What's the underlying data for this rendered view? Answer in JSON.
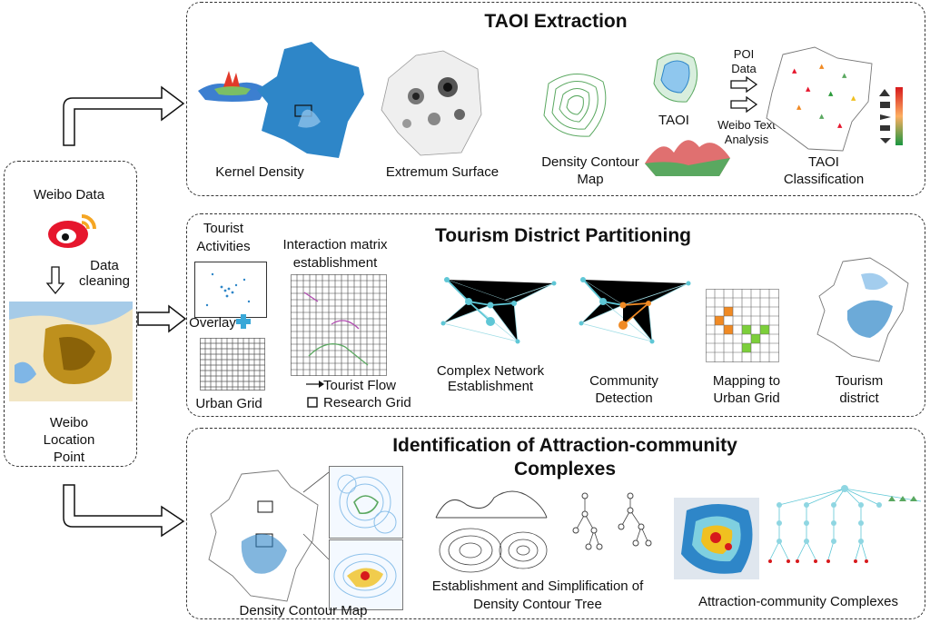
{
  "left_panel": {
    "weibo_data": "Weibo Data",
    "data_cleaning": "Data cleaning",
    "location_point": "Weibo Location Point"
  },
  "taoi": {
    "title": "TAOI Extraction",
    "kernel_density": "Kernel Density",
    "extremum_surface": "Extremum Surface",
    "density_contour_map": "Density Contour Map",
    "taoi_label": "TAOI",
    "poi_data": "POI Data",
    "weibo_text": "Weibo Text Analysis",
    "classification": "TAOI Classification"
  },
  "tourism": {
    "title": "Tourism District Partitioning",
    "tourist_activities": "Tourist Activities",
    "overlay": "Overlay",
    "urban_grid": "Urban Grid",
    "interaction_matrix": "Interaction matrix establishment",
    "tourist_flow": "Tourist Flow",
    "research_grid": "Research Grid",
    "complex_network": "Complex Network Establishment",
    "community_detection": "Community Detection",
    "mapping": "Mapping to Urban Grid",
    "district": "Tourism district"
  },
  "attraction": {
    "title": "Identification of Attraction-community Complexes",
    "density_contour_map": "Density Contour Map",
    "contour_tree": "Establishment and Simplification of Density Contour Tree",
    "complexes": "Attraction-community Complexes"
  },
  "colors": {
    "map_blue": "#2e86c8",
    "contour_green": "#5aa860",
    "weibo_red": "#e6162d",
    "network_cyan": "#5fc7d6",
    "community_orange": "#f08a24",
    "grid_green": "#7ccf3a",
    "location_gold": "#b8860b"
  }
}
